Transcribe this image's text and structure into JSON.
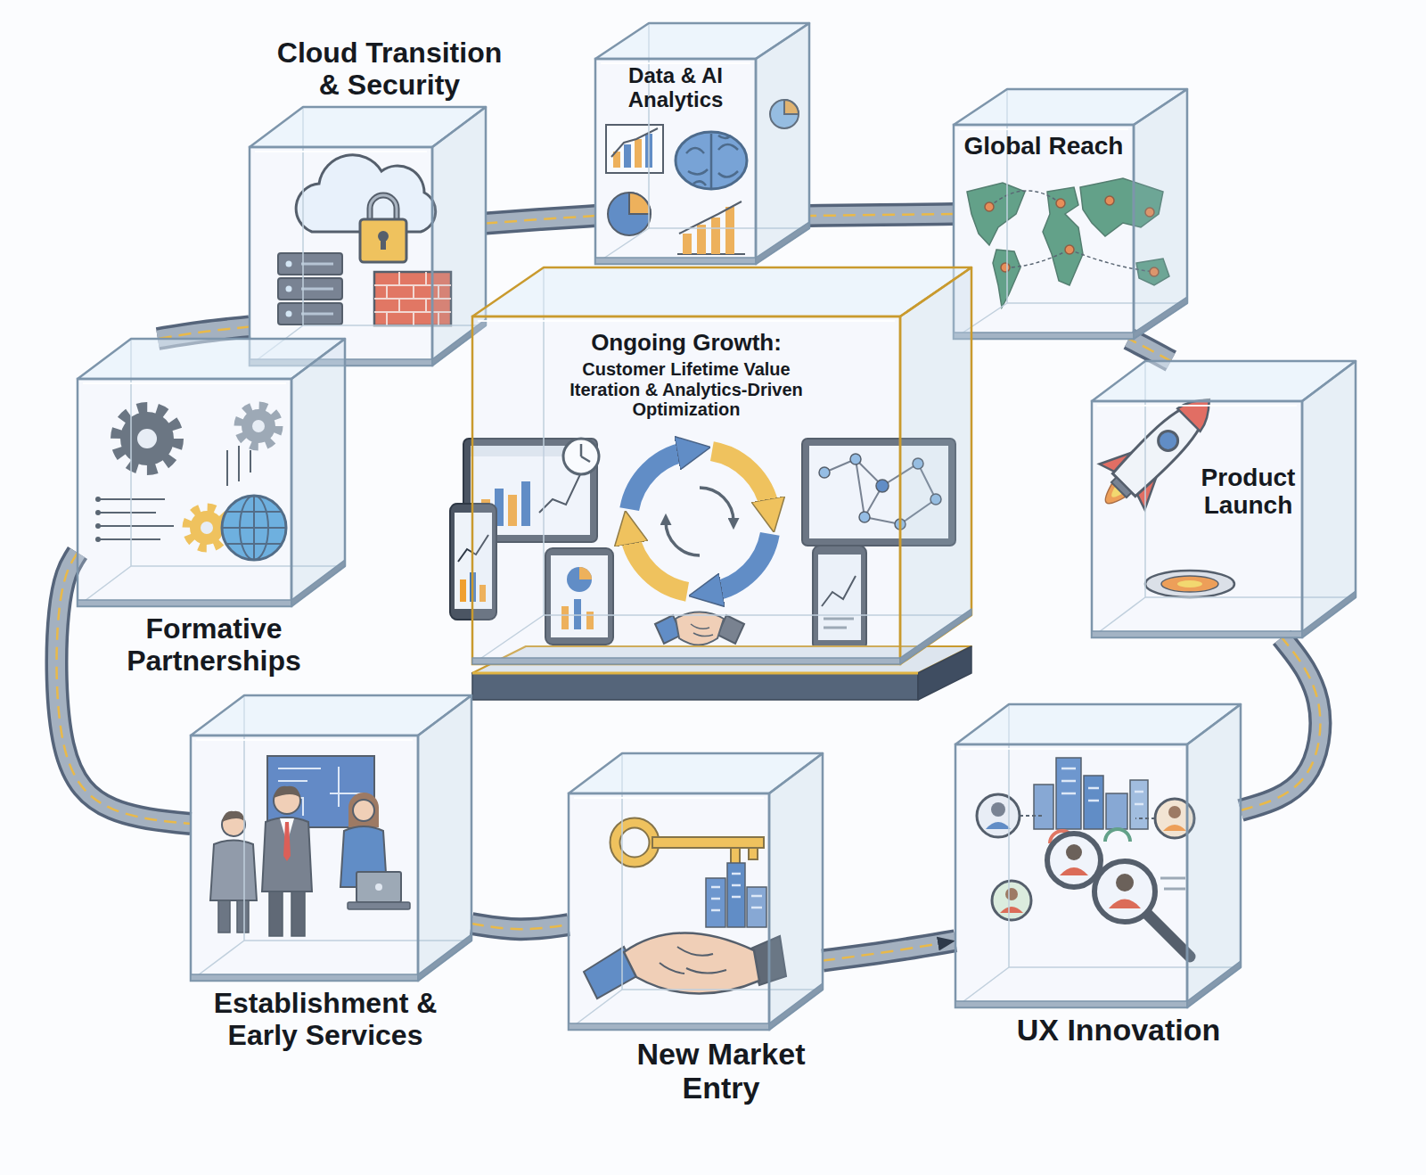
{
  "diagram": {
    "nodes": [
      {
        "text": [
          "Data & AI Analytics"
        ]
      },
      {
        "text": [
          "Cloud Transition & Security"
        ]
      },
      {
        "text": [
          "Global Reach"
        ]
      },
      {
        "text": [
          "Ongoing Growth:",
          "Customer Lifetime Value Iteration & Analytics-Driven Optimization"
        ]
      },
      {
        "text": [
          "Formative Partnerships"
        ]
      },
      {
        "text": [
          "Product Launch"
        ]
      },
      {
        "text": [
          "Establishment & Early Services"
        ]
      },
      {
        "text": [
          "New Market Entry"
        ]
      },
      {
        "text": [
          "UX Innovation"
        ]
      }
    ],
    "edges": [
      {
        "from": 6,
        "to": 7,
        "arrow": "none"
      },
      {
        "from": 7,
        "to": 8,
        "arrow": "to"
      },
      {
        "from": 8,
        "to": 5,
        "arrow": "none"
      },
      {
        "from": 5,
        "to": 2,
        "arrow": "none"
      },
      {
        "from": 2,
        "to": 0,
        "arrow": "none"
      },
      {
        "from": 0,
        "to": 1,
        "arrow": "none"
      },
      {
        "from": 1,
        "to": 4,
        "arrow": "none"
      },
      {
        "from": 4,
        "to": 6,
        "arrow": "none"
      }
    ]
  }
}
